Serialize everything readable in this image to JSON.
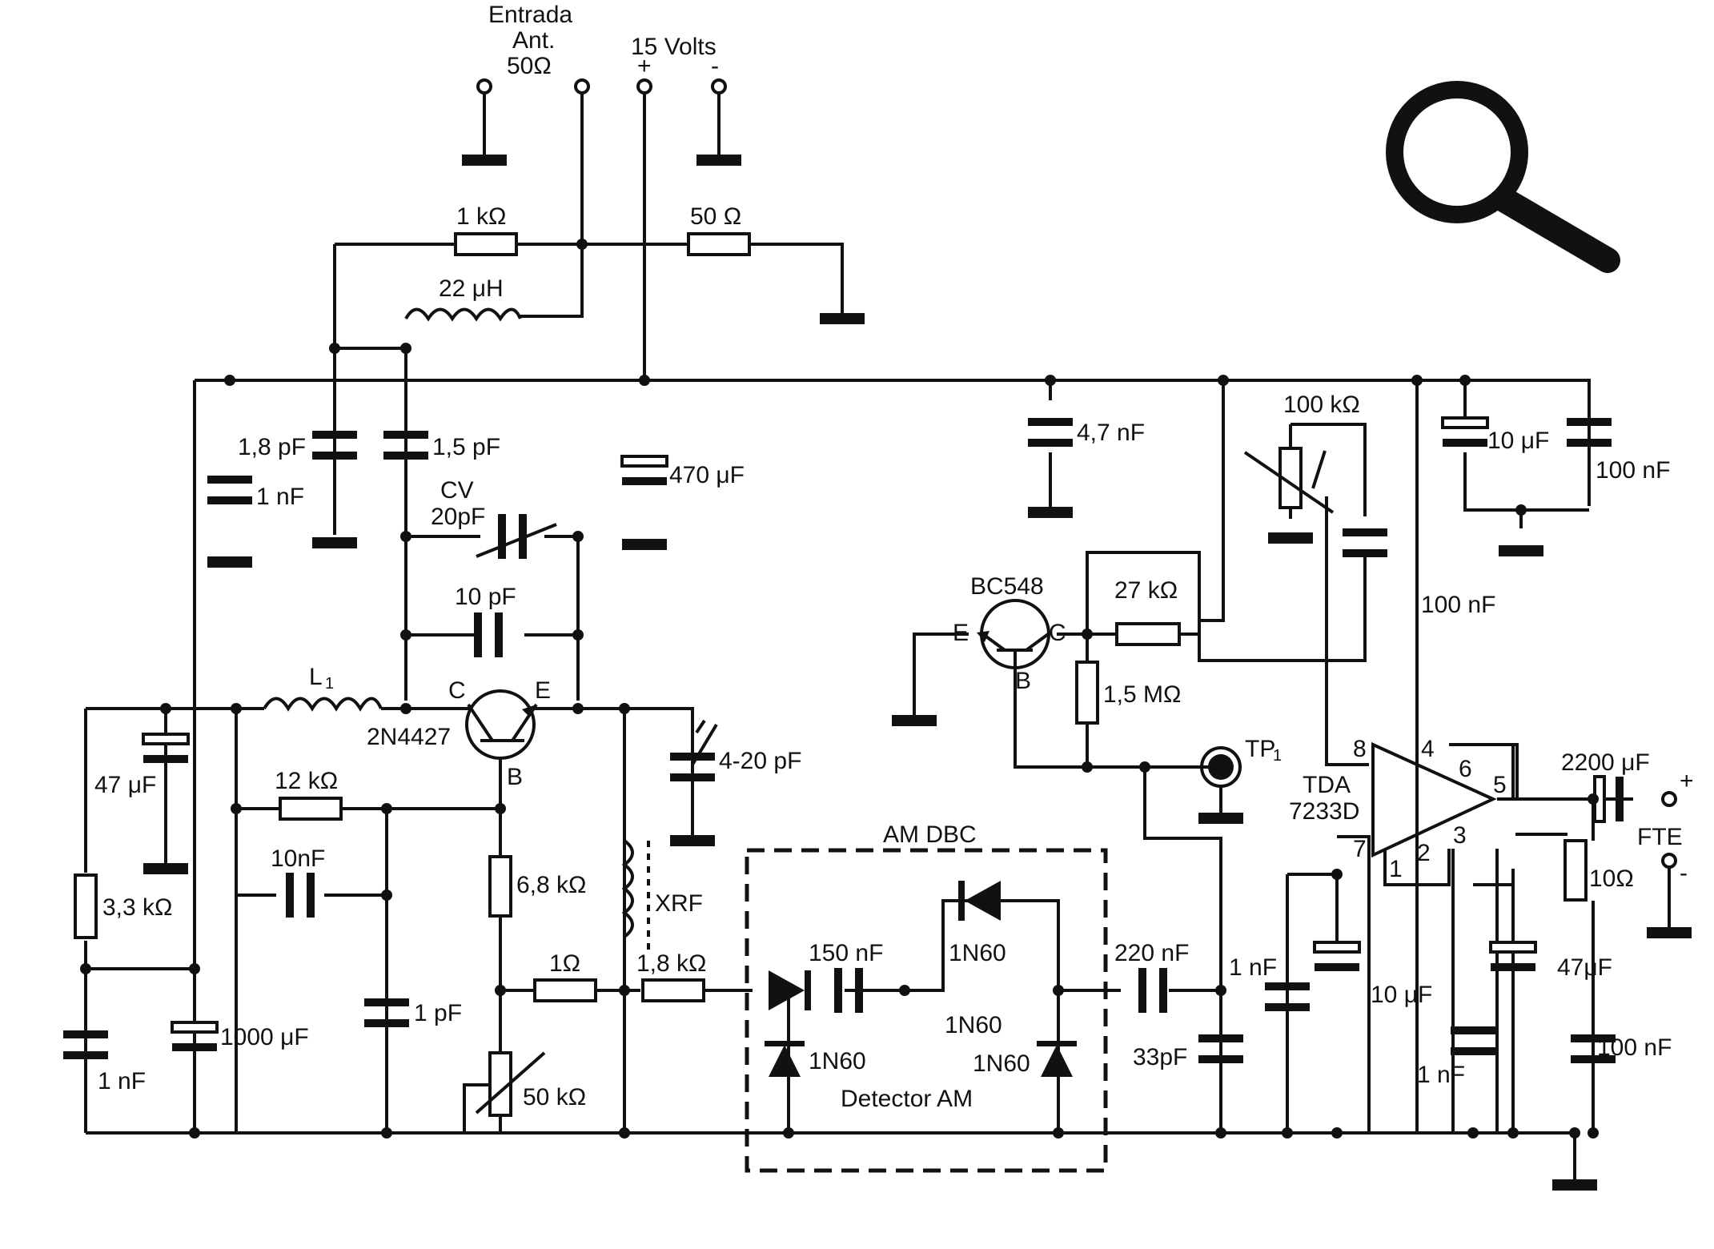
{
  "labels": {
    "entrada": "Entrada",
    "ant": "Ant.",
    "ant_imp": "50Ω",
    "volts": "15 Volts",
    "plus": "+",
    "minus": "-",
    "r1k": "1 kΩ",
    "r50": "50 Ω",
    "l22": "22 μH",
    "c18p": "1,8 pF",
    "c15p": "1,5 pF",
    "c1n_a": "1 nF",
    "c470u": "470 μF",
    "cv": "CV",
    "cv20": "20pF",
    "c10p": "10 pF",
    "l1": "L",
    "l1sub": "1",
    "q1c": "C",
    "q1e": "E",
    "q1b": "B",
    "q1": "2N4427",
    "c47u": "47 μF",
    "r12k": "12 kΩ",
    "c10n": "10nF",
    "r33k": "3,3 kΩ",
    "c1000u": "1000 μF",
    "c1n_b": "1 nF",
    "c1p": "1 pF",
    "r68k": "6,8 kΩ",
    "r1": "1Ω",
    "r18k": "1,8 kΩ",
    "xrf": "XRF",
    "c420": "4-20 pF",
    "p50k": "50 kΩ",
    "amdbc": "AM DBC",
    "c150n": "150 nF",
    "d2top": "1N60",
    "d2bot": "1N60",
    "d1": "1N60",
    "d3": "1N60",
    "detector": "Detector AM",
    "c220n": "220 nF",
    "c33p": "33pF",
    "c47n": "4,7 nF",
    "bc548": "BC548",
    "q2e": "E",
    "q2c": "C",
    "q2b": "B",
    "r27k": "27 kΩ",
    "r15m": "1,5 MΩ",
    "tp": "TP",
    "tpsub": "1",
    "p100k": "100 kΩ",
    "c100n_a": "100 nF",
    "c10u_a": "10 μF",
    "c100n_b": "100 nF",
    "tda": "TDA",
    "tda_num": "7233D",
    "pin8": "8",
    "pin4": "4",
    "pin6": "6",
    "pin5": "5",
    "pin7": "7",
    "pin1": "1",
    "pin2": "2",
    "pin3": "3",
    "c1n_c": "1 nF",
    "c10u_b": "10 μF",
    "c1n_d": "1 nF",
    "c47u_b": "47μF",
    "c2200u": "2200 μF",
    "out_plus": "+",
    "fte": "FTE",
    "out_minus": "-",
    "r10": "10Ω",
    "c100n_c": "100 nF"
  },
  "toolbar": {
    "search_icon": "search-icon"
  }
}
